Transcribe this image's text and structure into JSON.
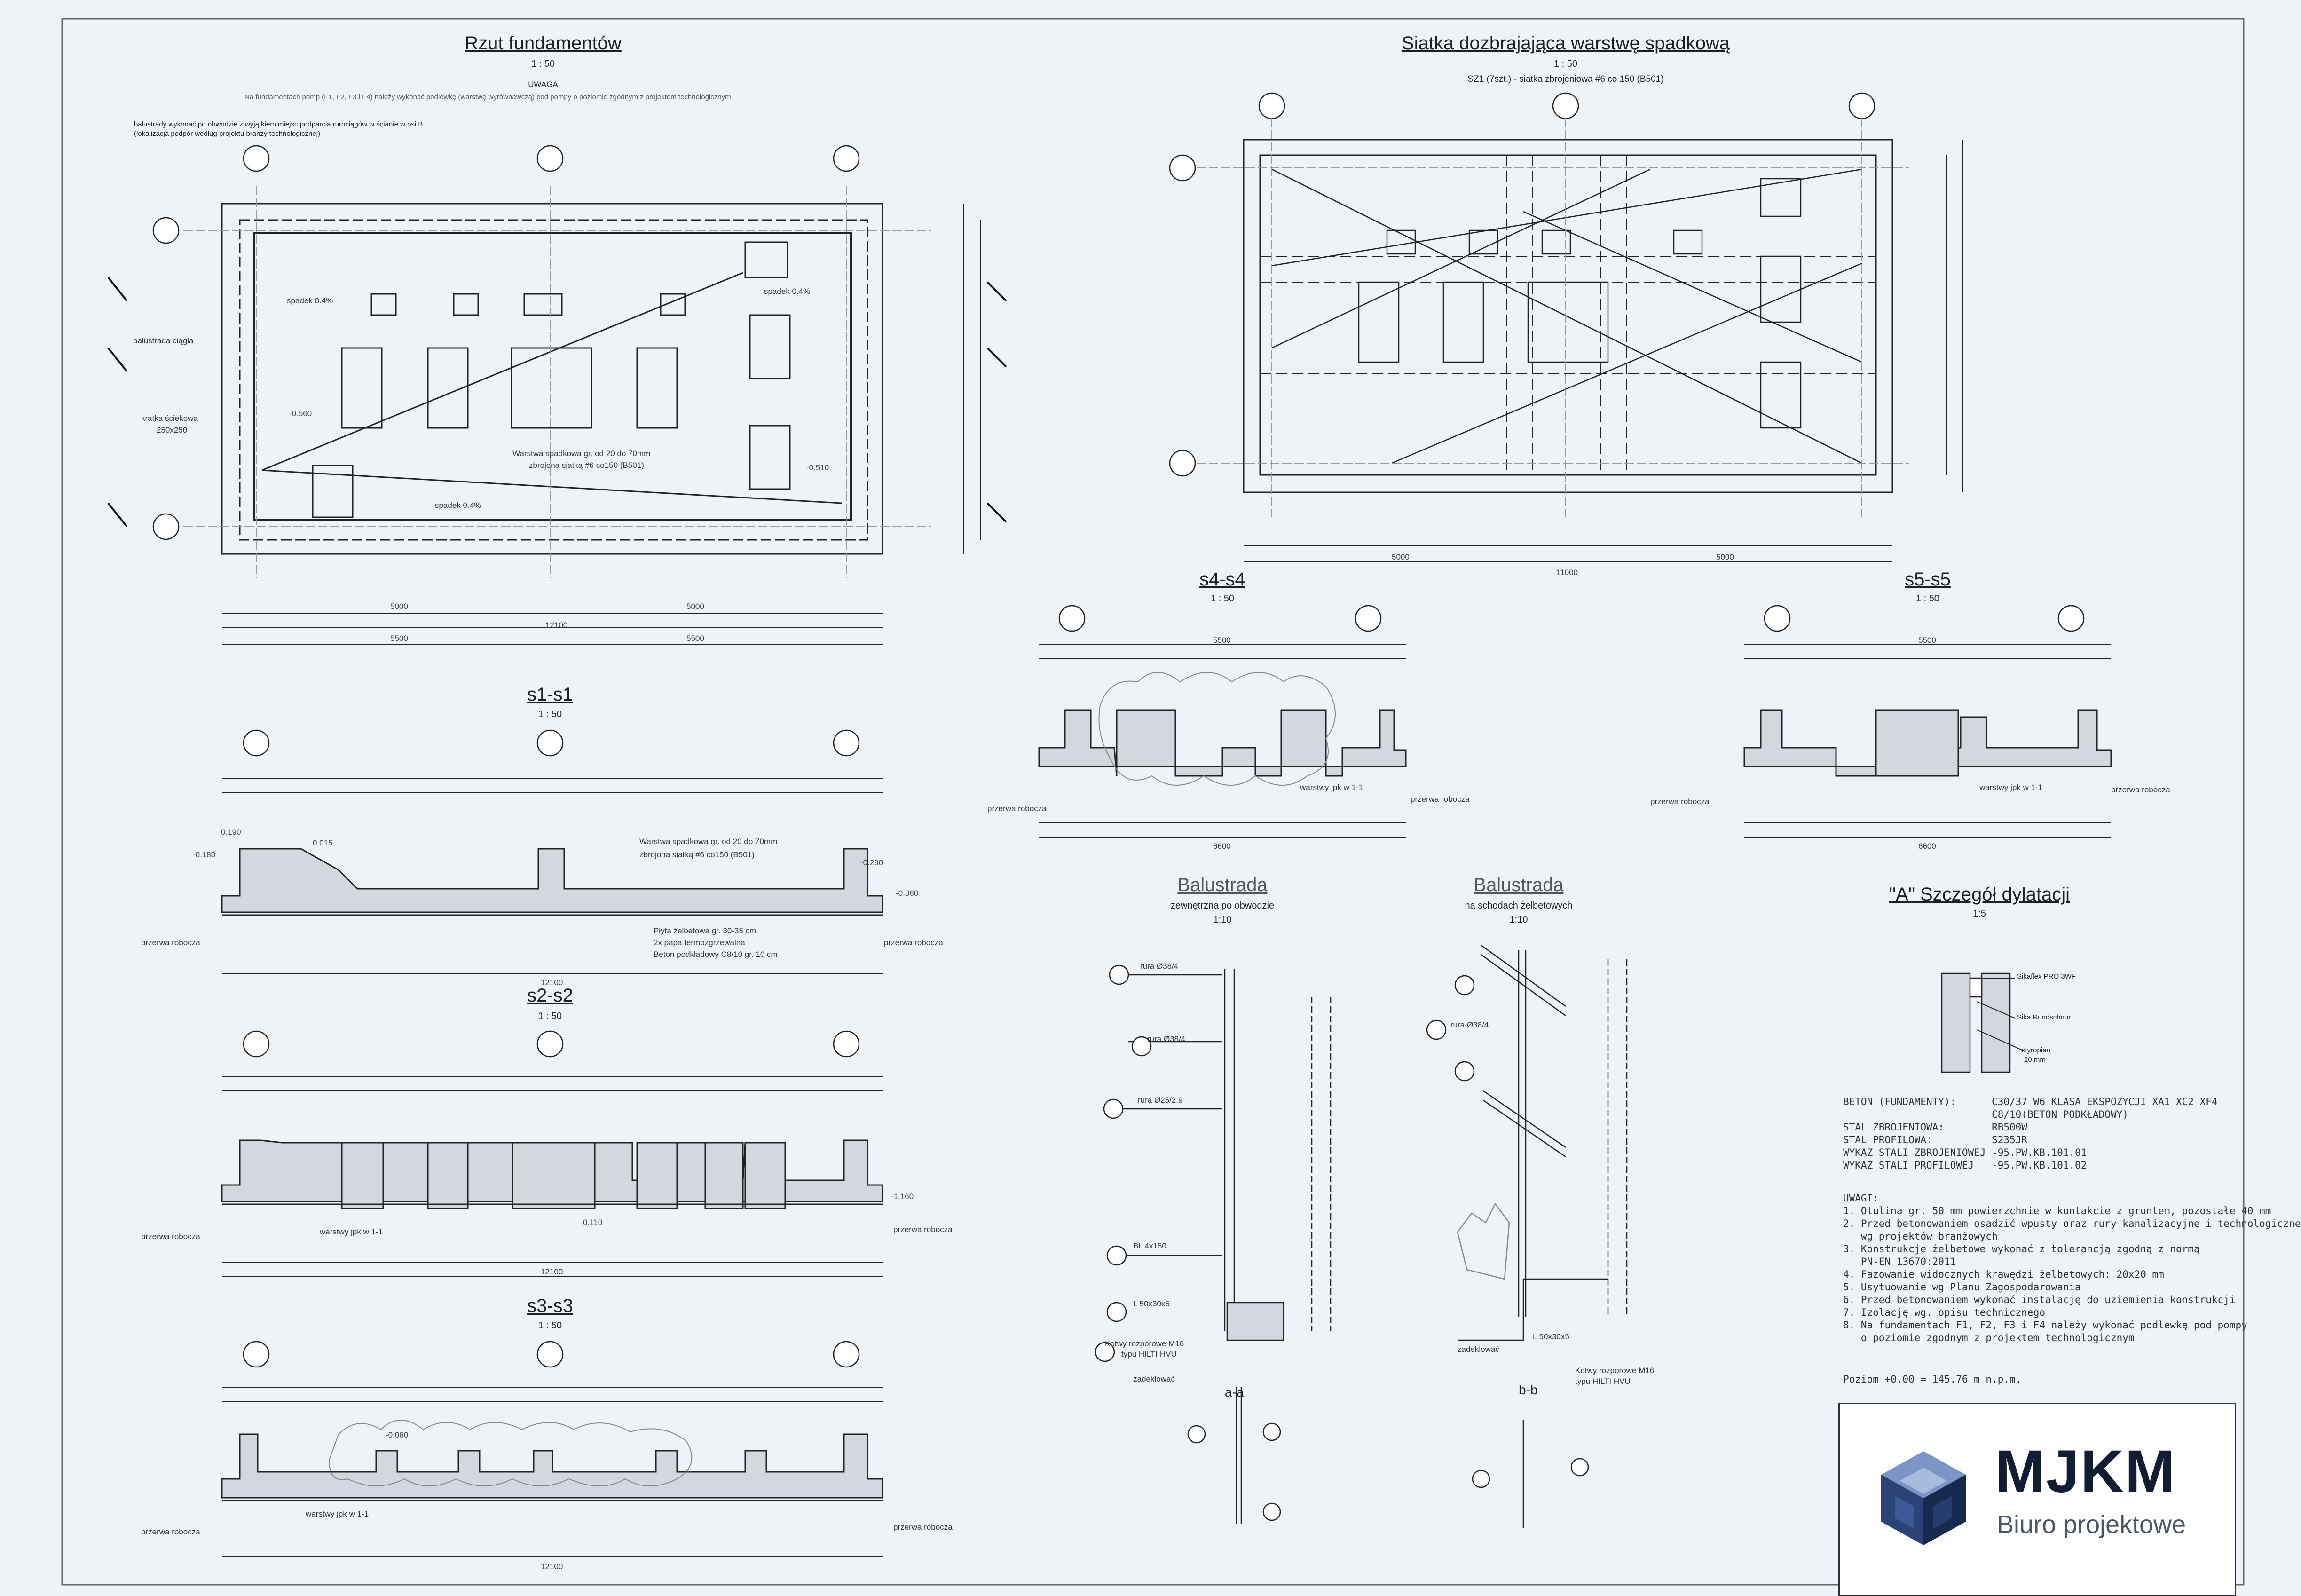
{
  "drawings": {
    "foundation_plan": {
      "title": "Rzut fundamentów",
      "scale": "1 : 50",
      "uwaga_label": "UWAGA",
      "uwaga_text": "Na fundamentach pomp (F1, F2, F3 i F4) należy wykonać podlewkę (warstwę wyrównawczą) pod pompy o poziomie zgodnym z projektem technologicznym",
      "callout": "balustrady wykonać po obwodzie z wyjątkiem miejsc podparcia rurociągów w ścianie w osi B (lokalizacja podpór według projektu branży technologicznej)"
    },
    "mesh_plan": {
      "title": "Siatka dozbrajająca warstwę spadkową",
      "scale": "1 : 50",
      "note": "SZ1 (7szt.) - siatka zbrojeniowa #6 co 150 (B501)"
    },
    "s1": {
      "title": "s1-s1",
      "scale": "1 : 50"
    },
    "s2": {
      "title": "s2-s2",
      "scale": "1 : 50"
    },
    "s3": {
      "title": "s3-s3",
      "scale": "1 : 50"
    },
    "s4": {
      "title": "s4-s4",
      "scale": "1 : 50"
    },
    "s5": {
      "title": "s5-s5",
      "scale": "1 : 50"
    },
    "railing_outer": {
      "title": "Balustrada",
      "sub": "zewnętrzna po obwodzie",
      "scale": "1:10"
    },
    "railing_stairs": {
      "title": "Balustrada",
      "sub": "na schodach żelbetowych",
      "scale": "1:10"
    },
    "detail_a": {
      "title": "\"A\" Szczegół dylatacji",
      "scale": "1:5"
    }
  },
  "labels": {
    "slope": "spadek 0.4%",
    "railing_cont": "balustrada ciągła",
    "grate": "kratka ściekowa",
    "grate_size": "250x250",
    "layer": "Warstwa spadkowa gr. od 20 do 70mm",
    "layer2": "zbrojona siatką #6 co150 (B501)",
    "joint": "przerwa robocza",
    "layers_jpk": "warstwy jpk w 1-1",
    "slab1": "Płyta żelbetowa gr. 30-35 cm",
    "slab2": "2x papa termozgrzewalna",
    "slab3": "Beton podkładowy C8/10 gr. 10 cm",
    "a_a": "a-a",
    "b_b": "b-b",
    "rura1": "rura Ø38/4",
    "rura3": "rura Ø25/2.9",
    "bl": "Bl. 4x150",
    "angle": "L 50x30x5",
    "bolt1": "Kotwy rozporowe M16",
    "bolt2": "typu HILTI HVU",
    "zadeklowac": "zadeklować",
    "sikaflex": "Sikaflex PRO 3WF",
    "sika_rund": "Sika Rundschnur",
    "styropian": "styropian",
    "mm20": "20 mm"
  },
  "dims": {
    "total_12100": "12100",
    "half_5500": "5500",
    "span_5000": "5000",
    "h_6600": "6600",
    "s_11000": "11000",
    "lv_0190": "0.190",
    "lv_0180": "-0.180",
    "lv_0290": "-0.290",
    "lv_0860": "-0.860",
    "lv_1160": "-1.160",
    "lv_0510": "-0.510",
    "lv_0560": "-0.560",
    "lv_0060": "-0.060",
    "lv_0110": "0.110",
    "lv_0015": "0.015"
  },
  "general_notes": {
    "beton": "BETON (FUNDAMENTY):      C30/37 W6 KLASA EKSPOZYCJI XA1 XC2 XF4\n                         C8/10(BETON PODKŁADOWY)\nSTAL ZBROJENIOWA:        RB500W\nSTAL PROFILOWA:          S235JR\nWYKAZ STALI ZBROJENIOWEJ -95.PW.KB.101.01\nWYKAZ STALI PROFILOWEJ   -95.PW.KB.101.02",
    "uwagi": "UWAGI:\n1. Otulina gr. 50 mm powierzchnie w kontakcie z gruntem, pozostałe 40 mm\n2. Przed betonowaniem osadzić wpusty oraz rury kanalizacyjne i technologiczne\n   wg projektów branżowych\n3. Konstrukcje żelbetowe wykonać z tolerancją zgodną z normą\n   PN-EN 13670:2011\n4. Fazowanie widocznych krawędzi żelbetowych: 20x20 mm\n5. Usytuowanie wg Planu Zagospodarowania\n6. Przed betonowaniem wykonać instalację do uziemienia konstrukcji\n7. Izolację wg. opisu technicznego\n8. Na fundamentach F1, F2, F3 i F4 należy wykonać podlewkę pod pompy\n   o poziomie zgodnym z projektem technologicznym",
    "poziom": "Poziom +0.00 = 145.76 m n.p.m."
  },
  "logo": {
    "name": "MJKM",
    "subtitle": "Biuro projektowe"
  },
  "colors": {
    "background": "#eef3f8",
    "line": "#1b1f24",
    "concrete": "#d4d8de",
    "logo_navy": "#121c33"
  }
}
